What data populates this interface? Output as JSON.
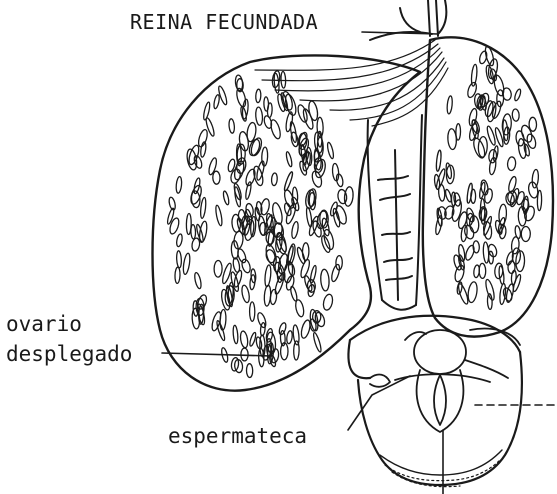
{
  "labels": {
    "title": "REINA FECUNDADA",
    "ovary_line1": "ovario",
    "ovary_line2": "desplegado",
    "spermatheca": "espermateca"
  },
  "colors": {
    "ink": "#1a1a1a",
    "background": "#ffffff"
  }
}
